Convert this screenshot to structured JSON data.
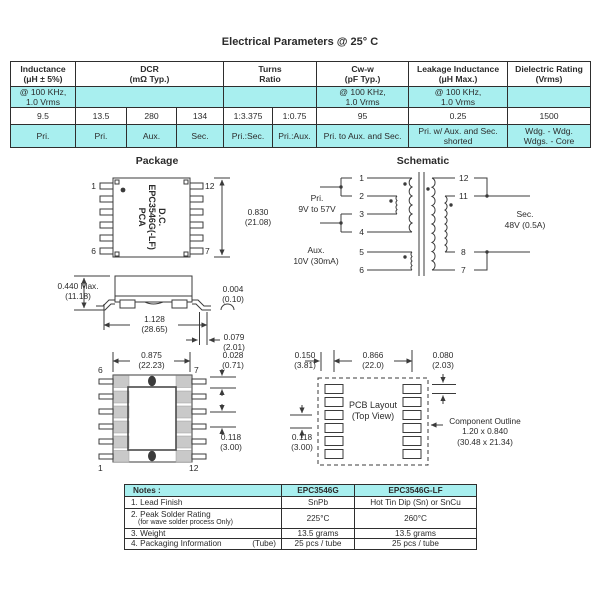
{
  "title": "Electrical Parameters @ 25° C",
  "colors": {
    "highlight": "#a8efef",
    "line": "#3b3b3b"
  },
  "params_table": {
    "headers": [
      "Inductance\n(μH ± 5%)",
      "DCR\n(mΩ Typ.)",
      "Turns\nRatio",
      "Cw-w\n(pF Typ.)",
      "Leakage Inductance\n(μH Max.)",
      "Dielectric Rating\n(Vrms)"
    ],
    "conditions": [
      "@ 100 KHz,\n1.0 Vrms",
      "",
      "",
      "@ 100 KHz,\n1.0 Vrms",
      "@ 100 KHz,\n1.0 Vrms",
      ""
    ],
    "values": [
      "9.5",
      "13.5",
      "280",
      "134",
      "1:3.375",
      "1:0.75",
      "95",
      "0.25",
      "1500"
    ],
    "windings": [
      "Pri.",
      "Pri.",
      "Aux.",
      "Sec.",
      "Pri.:Sec.",
      "Pri.:Aux.",
      "Pri. to Aux. and Sec.",
      "Pri. w/ Aux. and Sec.\nshorted",
      "Wdg. - Wdg.\nWdgs. - Core"
    ]
  },
  "package": {
    "heading": "Package",
    "marking": [
      "PCA",
      "EPC3546G(-LF)",
      "D.C."
    ],
    "pin_top_left": "1",
    "pin_bottom_left": "6",
    "pin_top_right": "12",
    "pin_bottom_right": "7",
    "dim_height": "0.830\n(21.08)"
  },
  "side_view": {
    "dim_height": "0.440 Max.\n(11.18)",
    "dim_standoff": "0.004\n(0.10)",
    "dim_width": "1.128\n(28.65)",
    "dim_lead": "0.079\n(2.01)"
  },
  "bottom_view": {
    "dim_width": "0.875\n(22.23)",
    "dim_pin_width": "0.028\n(0.71)",
    "dim_pitch": "0.118\n(3.00)",
    "pin_top_left": "6",
    "pin_top_right": "7",
    "pin_bottom_left": "1",
    "pin_bottom_right": "12"
  },
  "pcb": {
    "dim_pad_offset": "0.150\n(3.81)",
    "dim_span": "0.866\n(22.0)",
    "dim_pad_height": "0.080\n(2.03)",
    "dim_pitch": "0.118\n(3.00)",
    "label": "PCB Layout\n(Top View)",
    "outline_label": "Component Outline\n1.20 x 0.840\n(30.48 x 21.34)"
  },
  "schematic": {
    "heading": "Schematic",
    "pins_left": [
      "1",
      "2",
      "3",
      "4",
      "5",
      "6"
    ],
    "pins_right": [
      "12",
      "11",
      "8",
      "7"
    ],
    "pri_label": "Pri.\n9V to 57V",
    "aux_label": "Aux.\n10V (30mA)",
    "sec_label": "Sec.\n48V (0.5A)"
  },
  "notes": {
    "header": [
      "Notes :",
      "EPC3546G",
      "EPC3546G-LF"
    ],
    "rows": [
      {
        "label": "1.  Lead Finish",
        "col1": "SnPb",
        "col2": "Hot Tin Dip (Sn) or SnCu"
      },
      {
        "label": "2.  Peak Solder Rating",
        "sub": "(for wave solder process Only)",
        "col1": "225°C",
        "col2": "260°C"
      },
      {
        "label": "3.  Weight",
        "col1": "13.5 grams",
        "col2": "13.5 grams"
      },
      {
        "label": "4.  Packaging Information",
        "suffix": "(Tube)",
        "col1": "25 pcs / tube",
        "col2": "25 pcs / tube"
      }
    ]
  }
}
